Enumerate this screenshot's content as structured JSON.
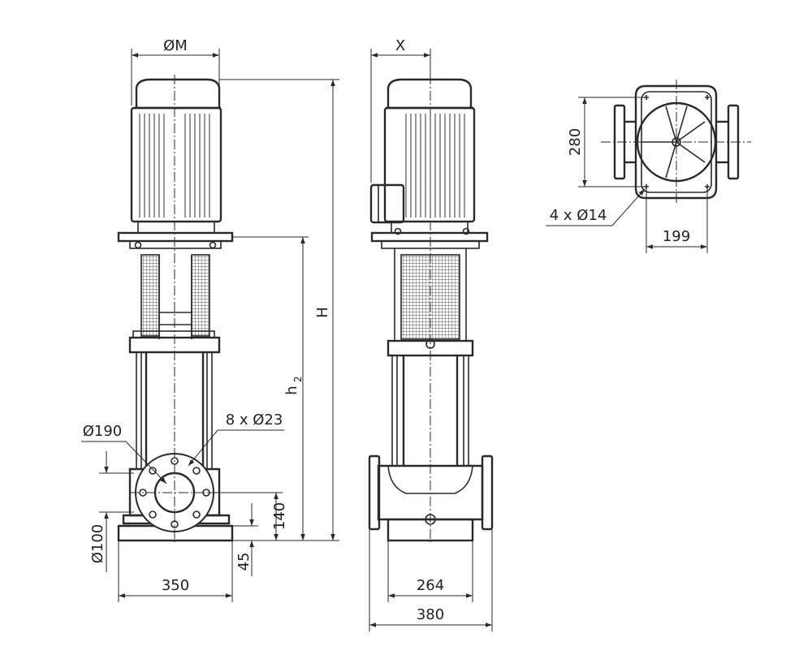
{
  "diagram": {
    "labels": {
      "motor_diameter": "ØM",
      "motor_offset": "X",
      "total_height": "H",
      "outlet_height_main": "h",
      "outlet_height_sub": "2",
      "flange_diameter": "Ø190",
      "flange_bolts": "8 x Ø23",
      "pipe_diameter": "Ø100",
      "flange_center_height": "140",
      "base_height": "45",
      "front_base_width": "350",
      "side_base_width": "264",
      "overall_width": "380",
      "top_depth": "280",
      "top_width": "199",
      "anchor_holes": "4 x Ø14"
    }
  }
}
